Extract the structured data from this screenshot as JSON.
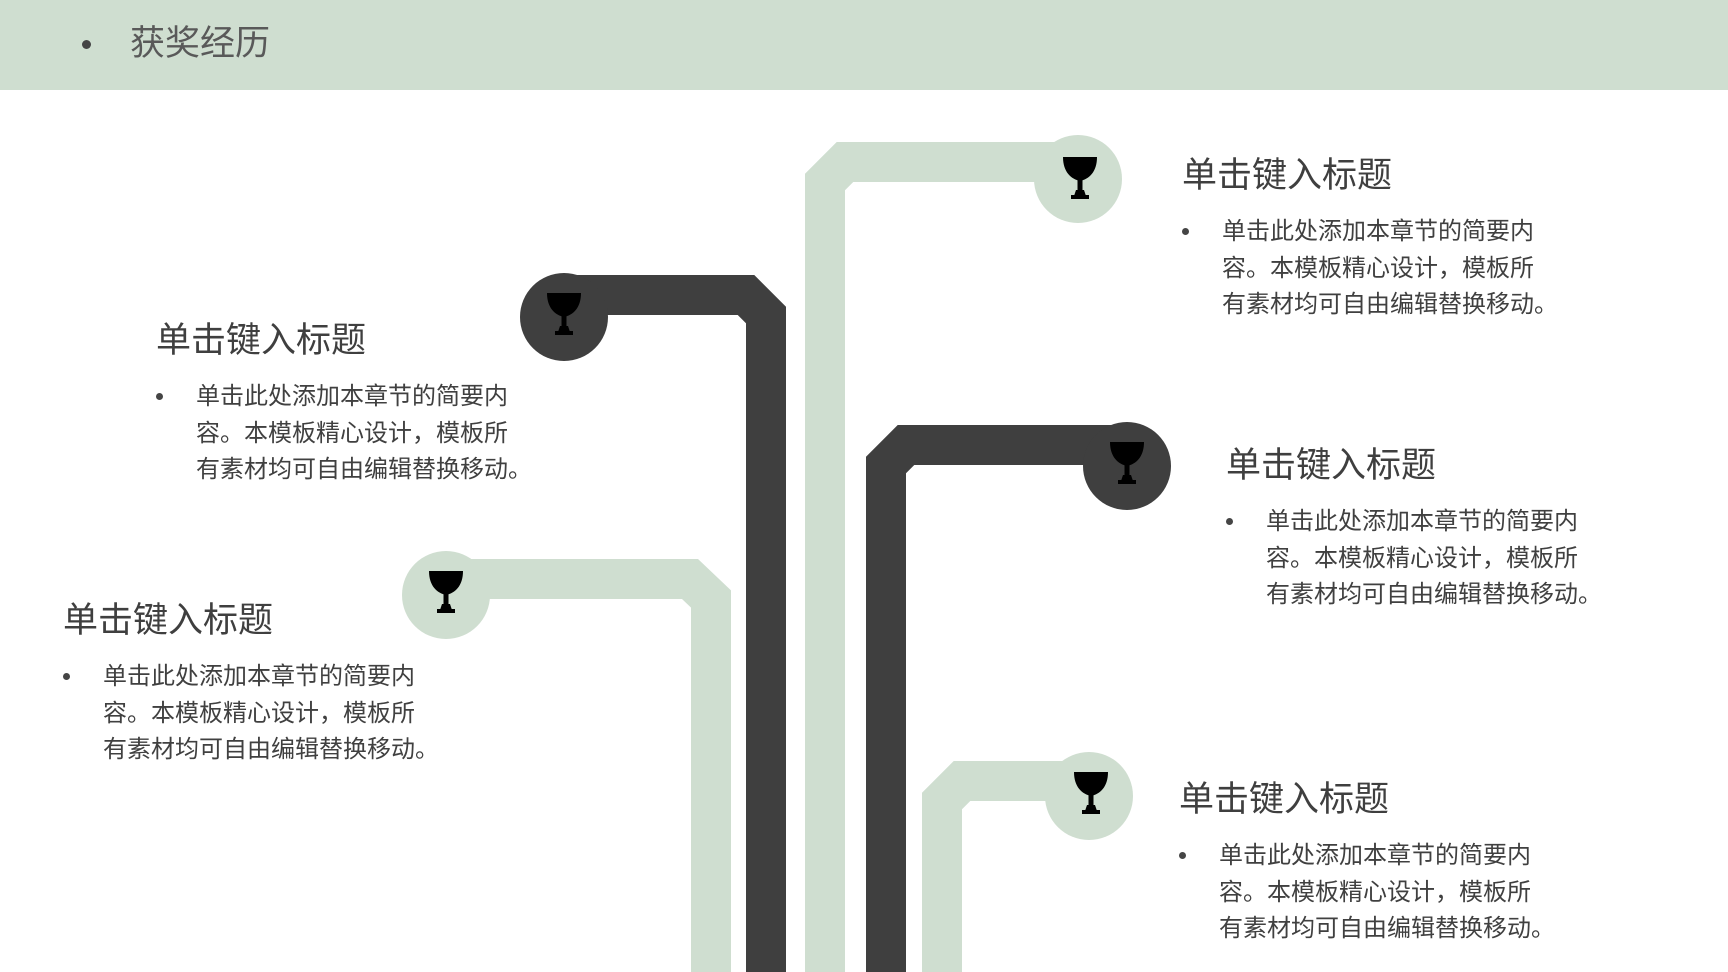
{
  "header": {
    "title": "获奖经历"
  },
  "colors": {
    "header_bg": "#cfded0",
    "accent_green": "#cfded0",
    "accent_dark": "#3f3f3f",
    "text": "#3f3f3f",
    "trophy_dark": "#454545",
    "trophy_light": "#ffffff"
  },
  "icons": {
    "trophy": "trophy-icon"
  },
  "items": [
    {
      "title": "单击键入标题",
      "desc_lines": [
        "单击此处添加本章节的简要内",
        "容。本模板精心设计，模板所",
        "有素材均可自由编辑替换移动。"
      ]
    },
    {
      "title": "单击键入标题",
      "desc_lines": [
        "单击此处添加本章节的简要内",
        "容。本模板精心设计，模板所",
        "有素材均可自由编辑替换移动。"
      ]
    },
    {
      "title": "单击键入标题",
      "desc_lines": [
        "单击此处添加本章节的简要内",
        "容。本模板精心设计，模板所",
        "有素材均可自由编辑替换移动。"
      ]
    },
    {
      "title": "单击键入标题",
      "desc_lines": [
        "单击此处添加本章节的简要内",
        "容。本模板精心设计，模板所",
        "有素材均可自由编辑替换移动。"
      ]
    },
    {
      "title": "单击键入标题",
      "desc_lines": [
        "单击此处添加本章节的简要内",
        "容。本模板精心设计，模板所",
        "有素材均可自由编辑替换移动。"
      ]
    }
  ]
}
